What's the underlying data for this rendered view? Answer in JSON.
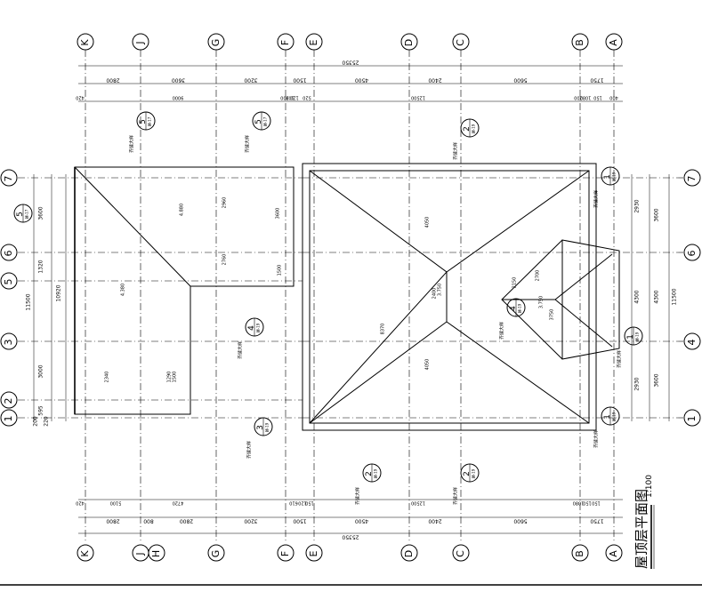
{
  "title": {
    "text": "屋顶层平面图",
    "scale": "1:100"
  },
  "grid_top": [
    "K",
    "J",
    "G",
    "F",
    "E",
    "D",
    "C",
    "B",
    "A"
  ],
  "grid_bottom": [
    "K",
    "J",
    "H",
    "G",
    "F",
    "E",
    "D",
    "C",
    "B",
    "A"
  ],
  "grid_left": [
    "7",
    "6",
    "5",
    "3",
    "2",
    "1"
  ],
  "grid_right": [
    "7",
    "6",
    "4",
    "1"
  ],
  "dims_top_total": "25350",
  "dims_top_row1": [
    "2800",
    "3600",
    "3200",
    "1500",
    "4500",
    "2400",
    "5600",
    "1750"
  ],
  "dims_top_row2": [
    "420",
    "9000",
    "300",
    "100",
    "120",
    "520",
    "12500",
    "200",
    "1080",
    "150",
    "400"
  ],
  "dims_bottom_total": "25350",
  "dims_bottom_row1": [
    "2800",
    "800",
    "2800",
    "3200",
    "1500",
    "4500",
    "2400",
    "5600",
    "1750"
  ],
  "dims_bottom_row2": [
    "420",
    "5100",
    "4720",
    "610",
    "120",
    "150",
    "12500",
    "1080",
    "150",
    "150"
  ],
  "dims_left": [
    "3600",
    "1320",
    "10920",
    "3000",
    "595",
    "200",
    "220"
  ],
  "dims_left_total": "11500",
  "dims_right": [
    "2930",
    "3600",
    "4300",
    "4300",
    "2930",
    "3600"
  ],
  "dims_right_total": "11500",
  "plan_labels": [
    "4.880",
    "4.380",
    "2960",
    "2760",
    "3600",
    "1500",
    "2340",
    "1290",
    "1500",
    "4050",
    "4050",
    "8370",
    "2400",
    "3.750",
    "2150",
    "2700",
    "3.750",
    "3750"
  ],
  "callouts": [
    {
      "num": "5",
      "sheet": "建-17",
      "label": "齐缝大样"
    },
    {
      "num": "5",
      "sheet": "建-17",
      "label": "齐缝大样"
    },
    {
      "num": "2",
      "sheet": "建-19",
      "label": "齐缝大样"
    },
    {
      "num": "5",
      "sheet": "建-17",
      "label": ""
    },
    {
      "num": "1",
      "sheet": "建-19",
      "label": "齐缝大样"
    },
    {
      "num": "4",
      "sheet": "建-19",
      "label": "齐缝大样"
    },
    {
      "num": "1",
      "sheet": "建-19",
      "label": "齐缝大样"
    },
    {
      "num": "1",
      "sheet": "建-19",
      "label": "齐缝大样"
    },
    {
      "num": "4",
      "sheet": "建-19",
      "label": "齐缝大样"
    },
    {
      "num": "3",
      "sheet": "建-19",
      "label": "齐缝大样"
    },
    {
      "num": "2",
      "sheet": "建-19",
      "label": "齐缝大样"
    },
    {
      "num": "2",
      "sheet": "建-19",
      "label": "齐缝大样"
    }
  ]
}
